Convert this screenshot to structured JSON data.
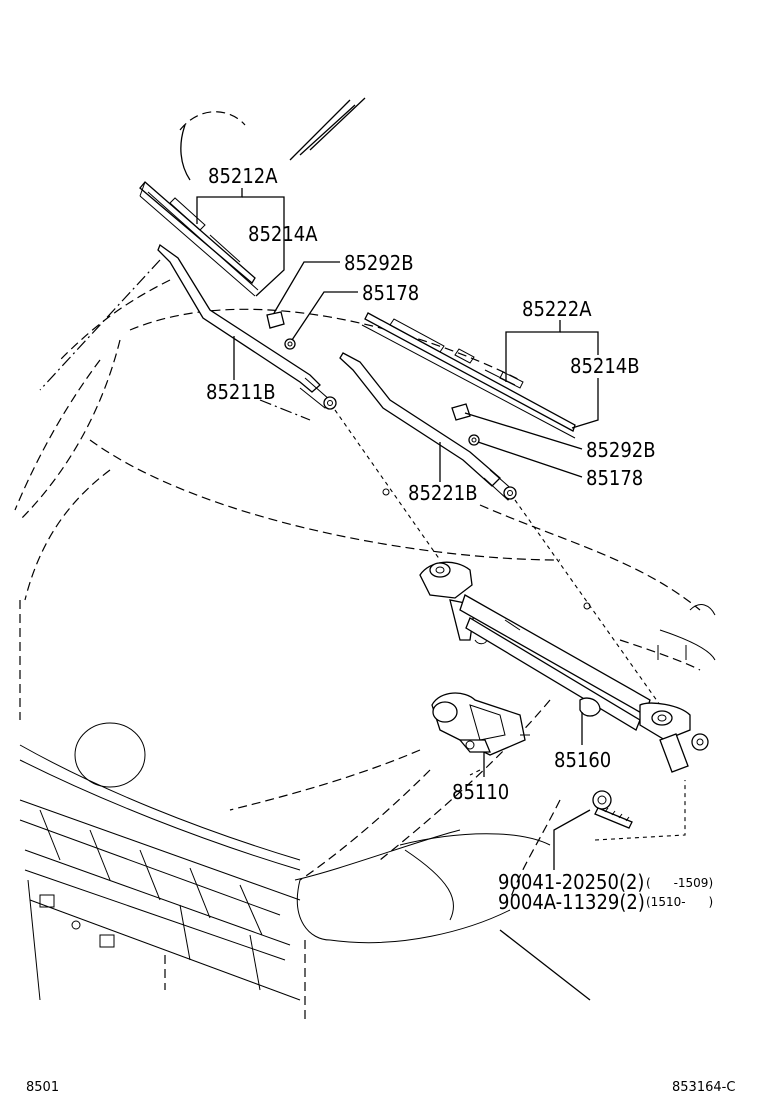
{
  "callouts": {
    "c85212A": "85212A",
    "c85214A": "85214A",
    "c85292B_1": "85292B",
    "c85178_1": "85178",
    "c85211B": "85211B",
    "c85222A": "85222A",
    "c85214B": "85214B",
    "c85292B_2": "85292B",
    "c85178_2": "85178",
    "c85221B": "85221B",
    "c85160": "85160",
    "c85110": "85110",
    "c90041": "90041-20250(2)",
    "c9004A": "9004A-11329(2)"
  },
  "date_ranges": {
    "r1": "(      -1509)",
    "r2": "(1510-      )"
  },
  "footer": {
    "section": "8501",
    "figure_id": "853164-C"
  }
}
